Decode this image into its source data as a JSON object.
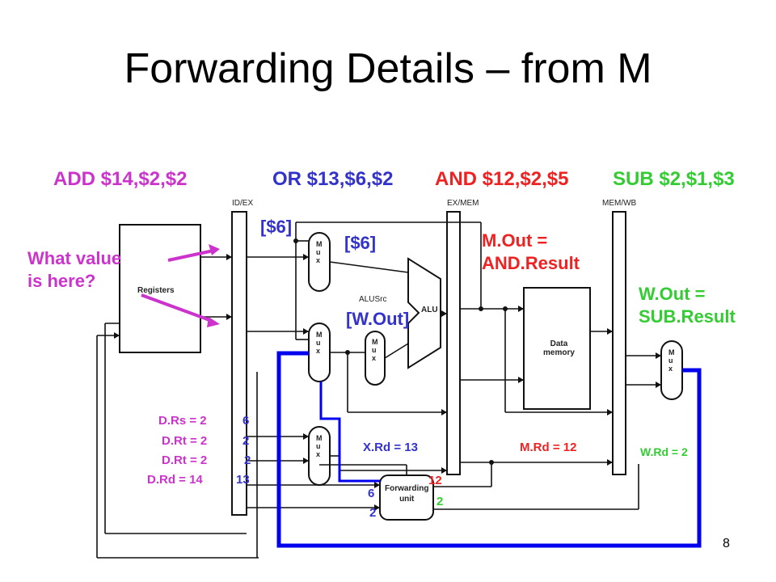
{
  "slide": {
    "title": "Forwarding Details – from M",
    "page_number": "8"
  },
  "instructions": [
    {
      "text": "ADD $14,$2,$2",
      "color": "#cc33cc"
    },
    {
      "text": "OR $13,$6,$2",
      "color": "#3333cc"
    },
    {
      "text": "AND $12,$2,$5",
      "color": "#ee2222"
    },
    {
      "text": "SUB $2,$1,$3",
      "color": "#33cc33"
    }
  ],
  "pipeline_registers": {
    "id_ex": "ID/EX",
    "ex_mem": "EX/MEM",
    "mem_wb": "MEM/WB"
  },
  "components": {
    "registers": "Registers",
    "mux_letters": "M\nu\nx",
    "alu": "ALU",
    "alusrc": "ALUSrc",
    "data_memory": "Data\nmemory",
    "forwarding_unit": "Forwarding\nunit"
  },
  "annotations": {
    "question": "What value\nis here?",
    "reg6_top": "[$6]",
    "reg6_mid": "[$6]",
    "w_out_bracket": "[W.Out]",
    "m_out": "M.Out =\nAND.Result",
    "w_out": "W.Out =\nSUB.Result"
  },
  "decode_fields": [
    {
      "label": "D.Rs = 2",
      "value": "6"
    },
    {
      "label": "D.Rt = 2",
      "value": "2"
    },
    {
      "label": "D.Rt = 2",
      "value": "2"
    },
    {
      "label": "D.Rd = 14",
      "value": "13"
    }
  ],
  "rd_fields": {
    "x_rd": "X.Rd = 13",
    "m_rd": "M.Rd = 12",
    "w_rd": "W.Rd = 2"
  },
  "forwarding_inputs": {
    "left_top": "6",
    "left_bottom": "2",
    "right_top": "12",
    "right_bottom": "2"
  },
  "colors": {
    "magenta": "#cc33cc",
    "blue": "#3333cc",
    "red": "#ee2222",
    "green": "#33cc33",
    "bus_blue": "#0000ee"
  }
}
